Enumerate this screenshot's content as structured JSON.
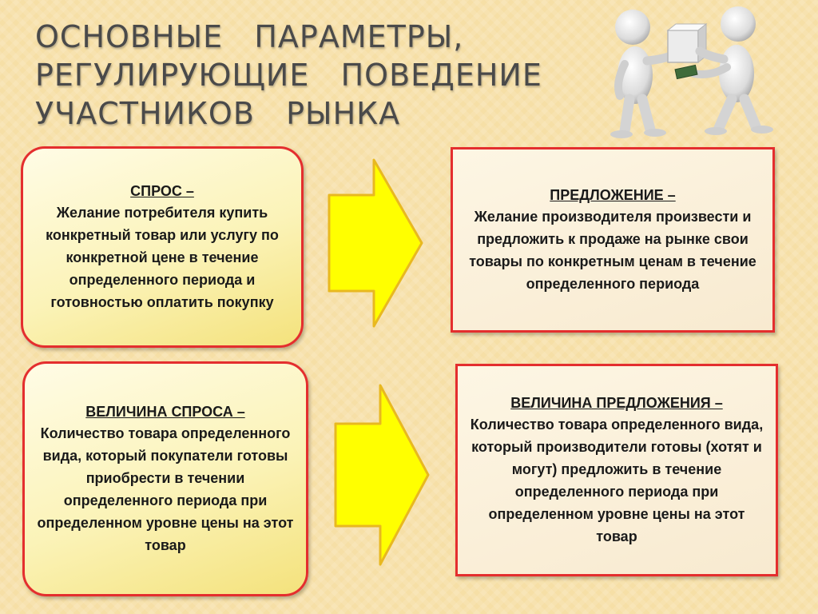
{
  "title": {
    "line1": "ОСНОВНЫЕ   ПАРАМЕТРЫ,",
    "line2": "РЕГУЛИРУЮЩИЕ   ПОВЕДЕНИЕ",
    "line3": "УЧАСТНИКОВ   РЫНКА"
  },
  "demand": {
    "heading": "СПРОС –",
    "text": "Желание потребителя купить конкретный товар или услугу по конкретной цене в течение определенного периода и готовностью оплатить покупку"
  },
  "supply": {
    "heading": "ПРЕДЛОЖЕНИЕ –",
    "text": "Желание производителя произвести и предложить к продаже на рынке свои товары по конкретным ценам в течение определенного периода"
  },
  "quantity_demanded": {
    "heading": "ВЕЛИЧИНА СПРОСА –",
    "text": "Количество товара определенного вида, который покупатели готовы приобрести в течении определенного периода при определенном уровне цены на этот товар"
  },
  "quantity_supplied": {
    "heading": "ВЕЛИЧИНА ПРЕДЛОЖЕНИЯ –",
    "text": "Количество товара определенного вида, который производители готовы (хотят и могут) предложить в течение определенного периода при определенном уровне цены на этот товар"
  },
  "colors": {
    "border": "#e42e2e",
    "arrow_fill": "#ffff00",
    "arrow_stroke": "#e8b820",
    "title": "#4a4a4a"
  },
  "illustration": "two-figures-exchange-icon"
}
